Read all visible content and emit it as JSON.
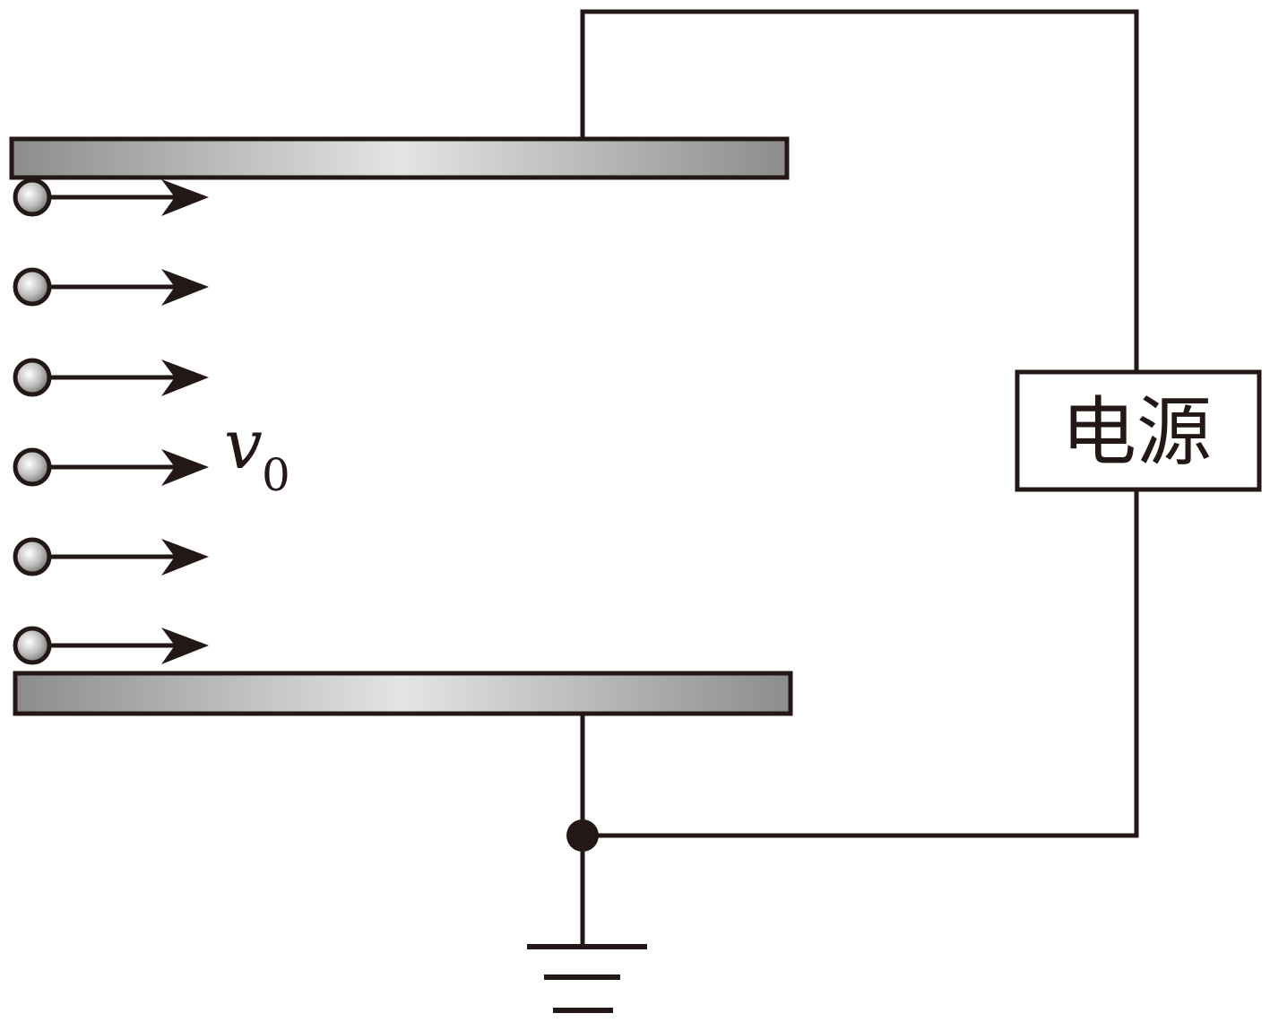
{
  "diagram": {
    "velocity_symbol": "v",
    "velocity_subscript": "0",
    "power_source_label": "电源"
  }
}
